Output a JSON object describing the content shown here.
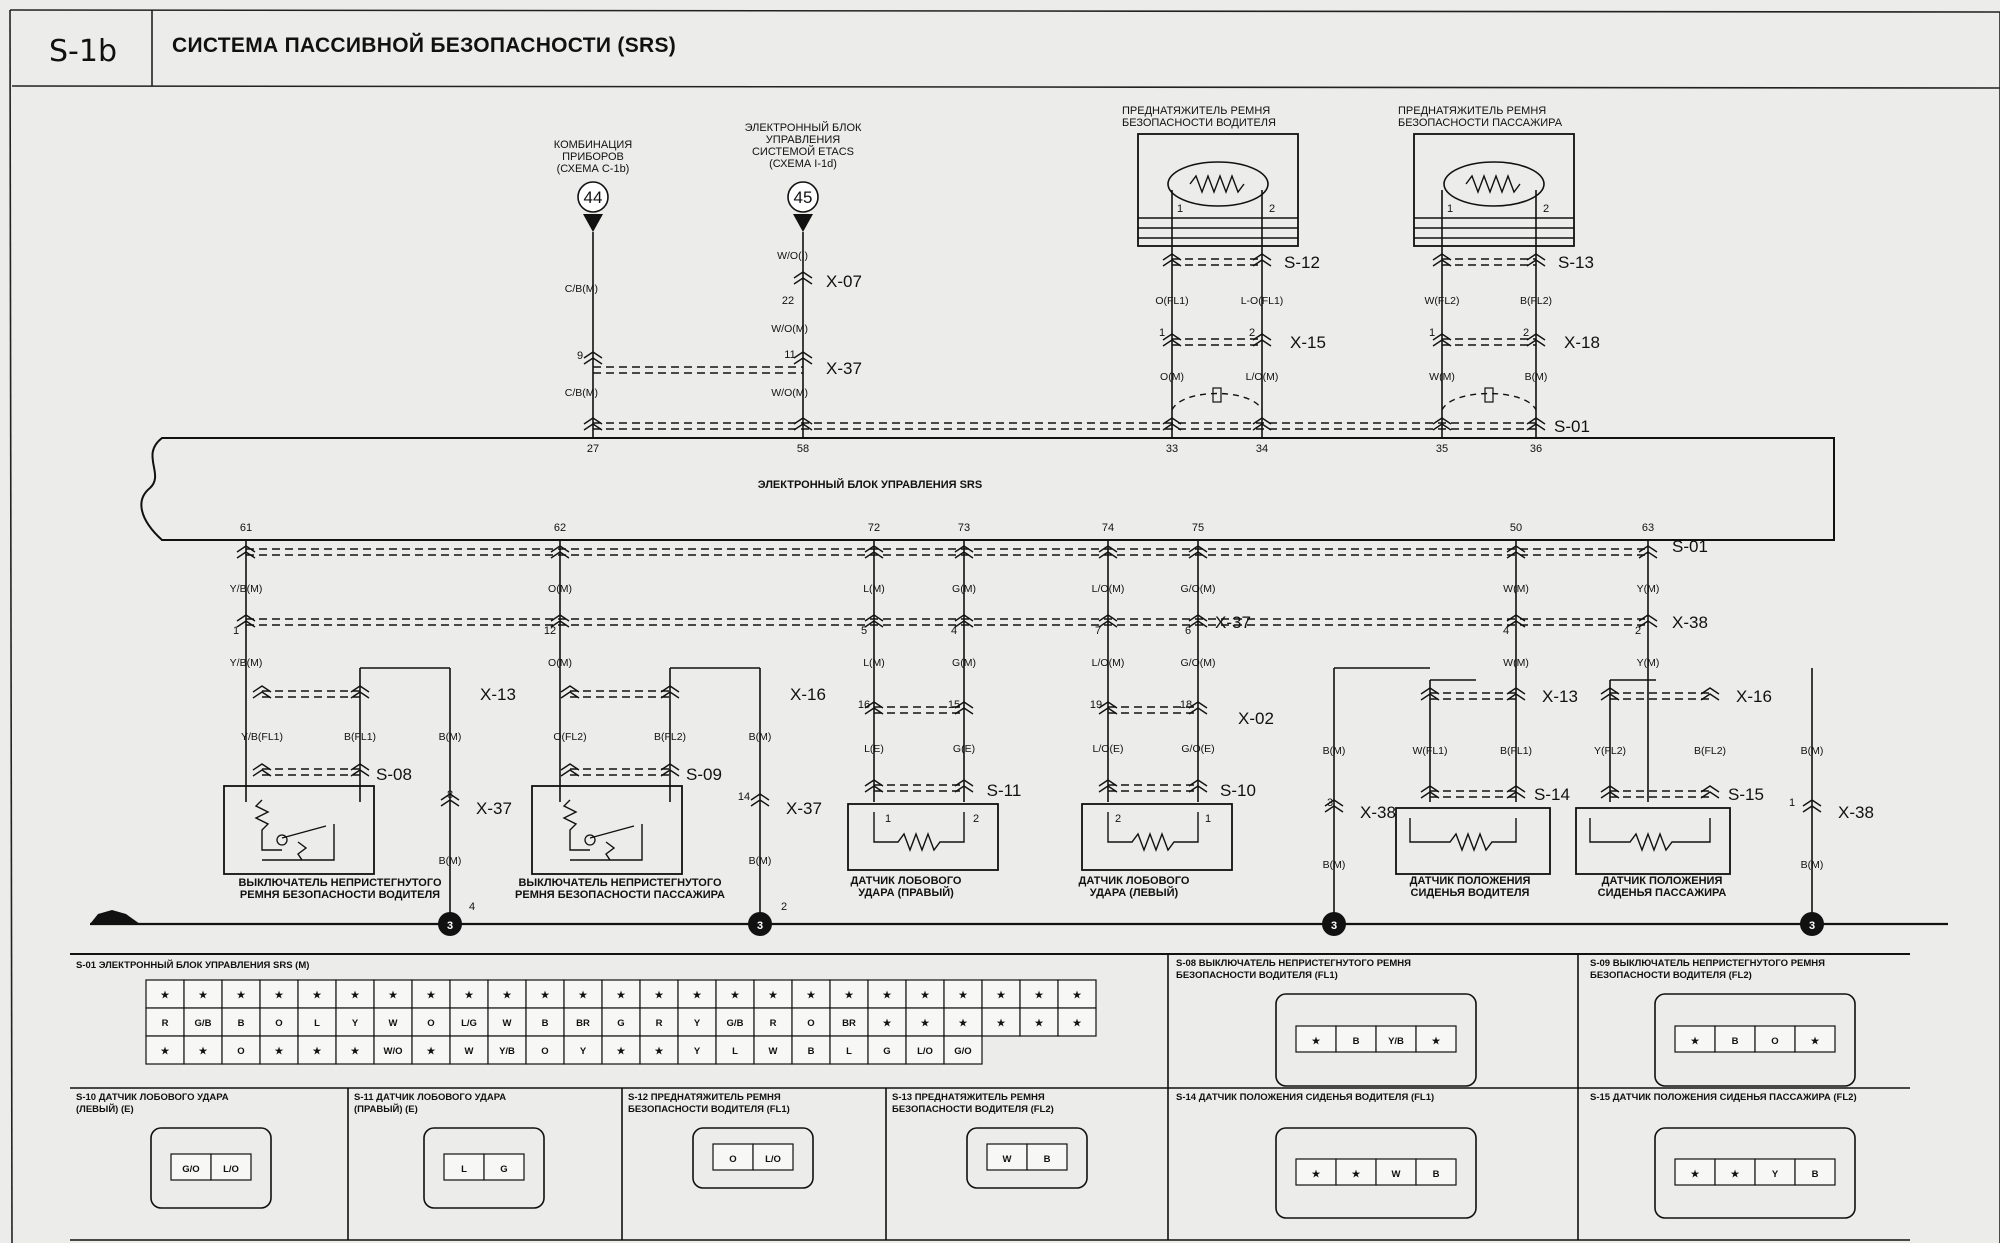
{
  "header": {
    "code": "S-1b",
    "title": "СИСТЕМА ПАССИВНОЙ БЕЗОПАСНОСТИ (SRS)"
  },
  "refs": {
    "ref44": {
      "num": "44",
      "lines": [
        "КОМБИНАЦИЯ",
        "ПРИБОРОВ",
        "(СХЕМА C-1b)"
      ]
    },
    "ref45": {
      "num": "45",
      "lines": [
        "ЭЛЕКТРОННЫЙ БЛОК",
        "УПРАВЛЕНИЯ",
        "СИСТЕМОЙ ETACS",
        "(СХЕМА I-1d)"
      ]
    }
  },
  "pretensioners": {
    "driver": {
      "lines": [
        "ПРЕДНАТЯЖИТЕЛЬ РЕМНЯ",
        "БЕЗОПАСНОСТИ ВОДИТЕЛЯ"
      ],
      "connector": "S-12",
      "wires_a": [
        "O(FL1)",
        "L-O(FL1)"
      ],
      "wires_b": [
        "O(M)",
        "L/O(M)"
      ],
      "x": "X-15"
    },
    "passenger": {
      "lines": [
        "ПРЕДНАТЯЖИТЕЛЬ РЕМНЯ",
        "БЕЗОПАСНОСТИ ПАССАЖИРА"
      ],
      "connector": "S-13",
      "wires_a": [
        "W(FL2)",
        "B(FL2)"
      ],
      "wires_b": [
        "W(M)",
        "B(M)"
      ],
      "x": "X-18"
    }
  },
  "top_wires": {
    "c44_a": "C/B(M)",
    "c44_b": "C/B(M)",
    "c45_a": "W/O(I)",
    "c45_b": "W/O(M)",
    "c45_c": "W/O(M)",
    "x07": "X-07",
    "x37": "X-37",
    "pin22": "22",
    "pin9": "9",
    "pin11": "11"
  },
  "ecu": {
    "label": "ЭЛЕКТРОННЫЙ БЛОК УПРАВЛЕНИЯ SRS",
    "top_pins": [
      "27",
      "58",
      "33",
      "34",
      "35",
      "36"
    ],
    "bottom_pins": [
      "61",
      "62",
      "72",
      "73",
      "74",
      "75",
      "50",
      "63"
    ],
    "s01": "S-01"
  },
  "components": {
    "buckle_driver": {
      "lines": [
        "ВЫКЛЮЧАТЕЛЬ НЕПРИСТЕГНУТОГО",
        "РЕМНЯ БЕЗОПАСНОСТИ ВОДИТЕЛЯ"
      ],
      "conn": "S-08"
    },
    "buckle_pass": {
      "lines": [
        "ВЫКЛЮЧАТЕЛЬ НЕПРИСТЕГНУТОГО",
        "РЕМНЯ БЕЗОПАСНОСТИ ПАССАЖИРА"
      ],
      "conn": "S-09"
    },
    "side_right": {
      "lines": [
        "ДАТЧИК ЛОБОВОГО",
        "УДАРА (ПРАВЫЙ)"
      ],
      "conn": "S-11"
    },
    "side_left": {
      "lines": [
        "ДАТЧИК ЛОБОВОГО",
        "УДАРА (ЛЕВЫЙ)"
      ],
      "conn": "S-10"
    },
    "seat_driver": {
      "lines": [
        "ДАТЧИК ПОЛОЖЕНИЯ",
        "СИДЕНЬЯ ВОДИТЕЛЯ"
      ],
      "conn": "S-14"
    },
    "seat_pass": {
      "lines": [
        "ДАТЧИК ПОЛОЖЕНИЯ",
        "СИДЕНЬЯ ПАССАЖИРА"
      ],
      "conn": "S-15"
    }
  },
  "bottom_wires": {
    "w1": "Y/B(M)",
    "w1b": "Y/B(M)",
    "w1c": "Y/B(FL1)",
    "w1d": "B(FL1)",
    "w2": "O(M)",
    "w2b": "O(M)",
    "w2c": "O(FL2)",
    "w2d": "B(FL2)",
    "w3": "L(M)",
    "w3b": "L(M)",
    "w3c": "L(E)",
    "w4": "G(M)",
    "w4b": "G(M)",
    "w4c": "G(E)",
    "w5": "L/O(M)",
    "w5b": "L/O(M)",
    "w5c": "L/O(E)",
    "w6": "G/O(M)",
    "w6b": "G/O(M)",
    "w6c": "G/O(E)",
    "w7": "W(M)",
    "w7b": "W(M)",
    "w7c": "W(FL1)",
    "w7d": "B(FL1)",
    "w8": "Y(M)",
    "w8b": "Y(M)",
    "w8c": "Y(FL2)",
    "w8d": "B(FL2)",
    "bm": "B(M)",
    "x37": "X-37",
    "x38": "X-38",
    "x13": "X-13",
    "x16": "X-16",
    "x02": "X-02",
    "ground": "3"
  },
  "pinouts": {
    "s01": {
      "title": "S-01 ЭЛЕКТРОННЫЙ БЛОК УПРАВЛЕНИЯ SRS (M)",
      "row1": [
        "★",
        "★",
        "★",
        "★",
        "★",
        "★",
        "★",
        "★",
        "★",
        "★",
        "★",
        "★",
        "★",
        "★",
        "★",
        "★",
        "★",
        "★",
        "★",
        "★",
        "★",
        "★",
        "★",
        "★",
        "★"
      ],
      "row2": [
        "R",
        "G/B",
        "B",
        "O",
        "L",
        "Y",
        "W",
        "O",
        "L/G",
        "W",
        "B",
        "BR",
        "G",
        "R",
        "Y",
        "G/B",
        "R",
        "O",
        "BR",
        "★",
        "★",
        "★",
        "★",
        "★",
        "★"
      ],
      "row3": [
        "★",
        "★",
        "O",
        "★",
        "★",
        "★",
        "W/O",
        "★",
        "W",
        "Y/B",
        "O",
        "Y",
        "★",
        "★",
        "Y",
        "L",
        "W",
        "B",
        "L",
        "G",
        "L/O",
        "G/O"
      ]
    },
    "s08": {
      "title": [
        "S-08 ВЫКЛЮЧАТЕЛЬ НЕПРИСТЕГНУТОГО РЕМНЯ",
        "БЕЗОПАСНОСТИ ВОДИТЕЛЯ (FL1)"
      ],
      "cells": [
        "★",
        "B",
        "Y/B",
        "★"
      ]
    },
    "s09": {
      "title": [
        "S-09 ВЫКЛЮЧАТЕЛЬ НЕПРИСТЕГНУТОГО РЕМНЯ",
        "БЕЗОПАСНОСТИ ВОДИТЕЛЯ (FL2)"
      ],
      "cells": [
        "★",
        "B",
        "O",
        "★"
      ]
    },
    "s10": {
      "title": [
        "S-10 ДАТЧИК ЛОБОВОГО УДАРА",
        "(ЛЕВЫЙ) (E)"
      ],
      "cells": [
        "G/O",
        "L/O"
      ]
    },
    "s11": {
      "title": [
        "S-11 ДАТЧИК ЛОБОВОГО УДАРА",
        "(ПРАВЫЙ) (E)"
      ],
      "cells": [
        "L",
        "G"
      ]
    },
    "s12": {
      "title": [
        "S-12 ПРЕДНАТЯЖИТЕЛЬ РЕМНЯ",
        "БЕЗОПАСНОСТИ ВОДИТЕЛЯ (FL1)"
      ],
      "cells": [
        "O",
        "L/O"
      ]
    },
    "s13": {
      "title": [
        "S-13 ПРЕДНАТЯЖИТЕЛЬ РЕМНЯ",
        "БЕЗОПАСНОСТИ ВОДИТЕЛЯ (FL2)"
      ],
      "cells": [
        "W",
        "B"
      ]
    },
    "s14": {
      "title": [
        "S-14 ДАТЧИК ПОЛОЖЕНИЯ СИДЕНЬЯ ВОДИТЕЛЯ (FL1)"
      ],
      "cells": [
        "★",
        "★",
        "W",
        "B"
      ]
    },
    "s15": {
      "title": [
        "S-15 ДАТЧИК ПОЛОЖЕНИЯ СИДЕНЬЯ ПАССАЖИРА (FL2)"
      ],
      "cells": [
        "★",
        "★",
        "Y",
        "B"
      ]
    }
  }
}
